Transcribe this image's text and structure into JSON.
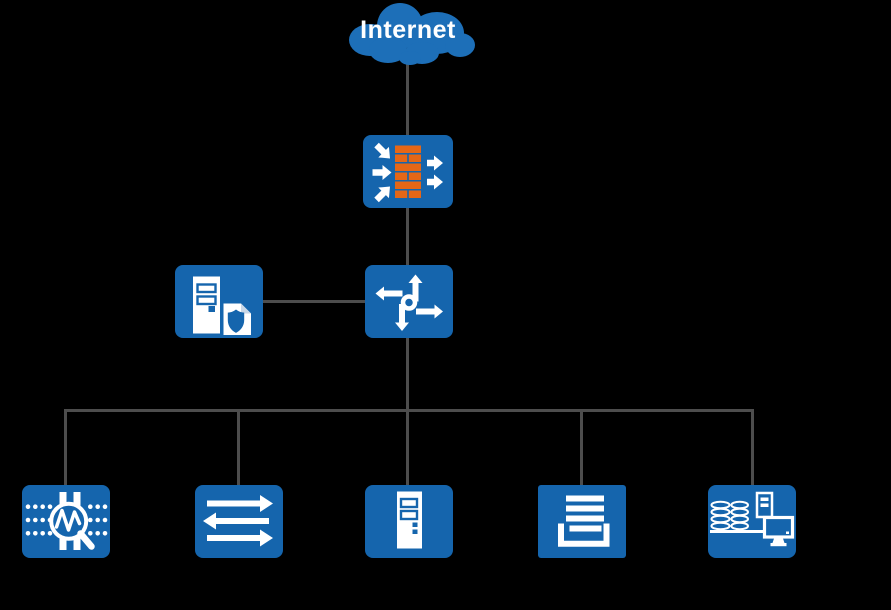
{
  "diagram": {
    "type": "network-topology",
    "background_color": "#000000",
    "colors": {
      "node_blue": "#1565ad",
      "cloud_blue": "#1d6fb8",
      "brick_orange": "#e56717",
      "line_gray": "#4d4d4d",
      "glyph_white": "#ffffff"
    },
    "cloud": {
      "id": "internet",
      "label": "Internet",
      "icon": "cloud-icon"
    },
    "nodes": [
      {
        "id": "firewall",
        "icon": "firewall-icon"
      },
      {
        "id": "security-server",
        "icon": "server-with-shield-icon"
      },
      {
        "id": "router",
        "icon": "router-icon"
      },
      {
        "id": "traffic-analyzer",
        "icon": "magnifier-waveform-icon"
      },
      {
        "id": "switch",
        "icon": "bidirectional-arrows-icon"
      },
      {
        "id": "server",
        "icon": "tower-server-icon"
      },
      {
        "id": "printer",
        "icon": "printer-tray-icon"
      },
      {
        "id": "storage-terminal",
        "icon": "database-and-monitor-icon"
      }
    ],
    "connections": [
      {
        "from": "internet",
        "to": "firewall"
      },
      {
        "from": "firewall",
        "to": "router"
      },
      {
        "from": "security-server",
        "to": "router"
      },
      {
        "from": "router",
        "to": "lan-bus"
      },
      {
        "from": "lan-bus",
        "to": "traffic-analyzer"
      },
      {
        "from": "lan-bus",
        "to": "switch"
      },
      {
        "from": "lan-bus",
        "to": "server"
      },
      {
        "from": "lan-bus",
        "to": "printer"
      },
      {
        "from": "lan-bus",
        "to": "storage-terminal"
      }
    ]
  }
}
